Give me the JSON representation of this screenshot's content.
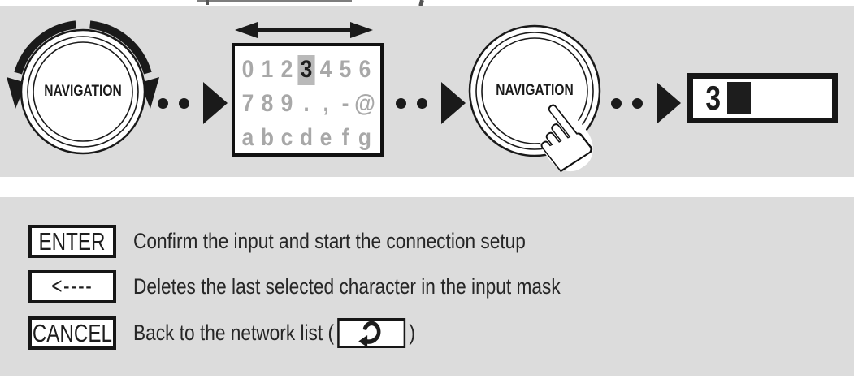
{
  "colors": {
    "panel_bg": "#dcdcdc",
    "ink": "#1a1a1a",
    "muted_char": "#a8a8a8",
    "highlight_bg": "#b9b9b9",
    "text": "#262626"
  },
  "flow": {
    "rotate_knob": {
      "label": "NAVIGATION",
      "action": "rotate"
    },
    "press_knob": {
      "label": "NAVIGATION",
      "action": "press"
    },
    "char_grid": {
      "rows": [
        [
          "0",
          "1",
          "2",
          "3",
          "4",
          "5",
          "6"
        ],
        [
          "7",
          "8",
          "9",
          ".",
          ",",
          "-",
          "@"
        ],
        [
          "a",
          "b",
          "c",
          "d",
          "e",
          "f",
          "g"
        ]
      ],
      "highlight_row": 0,
      "highlight_col": 3,
      "selected_char": "3"
    },
    "result_display": {
      "value": "3",
      "cursor": "block"
    }
  },
  "legend": {
    "rows": [
      {
        "key": "ENTER",
        "description": "Confirm the input and start the connection setup"
      },
      {
        "key": "<----",
        "description": "Deletes the last selected character in the input mask"
      },
      {
        "key": "CANCEL",
        "description_prefix": "Back to the network list (",
        "icon": "return-arrow",
        "description_suffix": ")"
      }
    ]
  }
}
